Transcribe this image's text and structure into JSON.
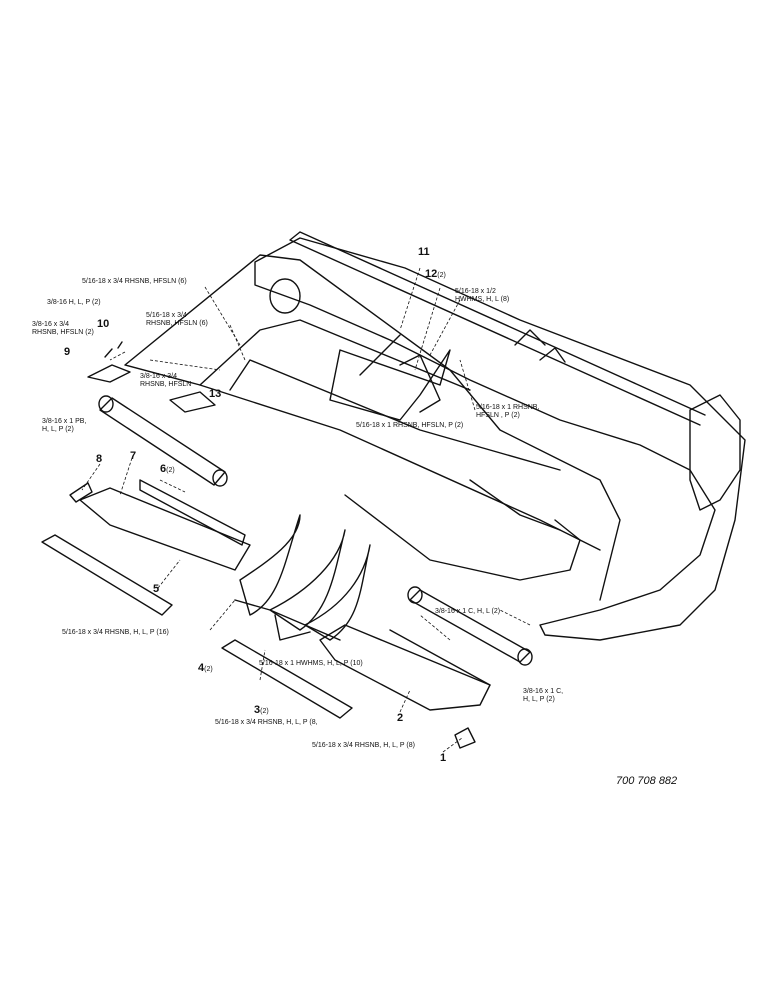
{
  "figure_number": "700 708 882",
  "part_numbers": [
    {
      "key": "p1",
      "num": "1",
      "qty": ""
    },
    {
      "key": "p2",
      "num": "2",
      "qty": ""
    },
    {
      "key": "p3",
      "num": "3",
      "qty": "(2)"
    },
    {
      "key": "p4",
      "num": "4",
      "qty": "(2)"
    },
    {
      "key": "p5",
      "num": "5",
      "qty": ""
    },
    {
      "key": "p6",
      "num": "6",
      "qty": "(2)"
    },
    {
      "key": "p7",
      "num": "7",
      "qty": ""
    },
    {
      "key": "p8",
      "num": "8",
      "qty": ""
    },
    {
      "key": "p9",
      "num": "9",
      "qty": ""
    },
    {
      "key": "p10",
      "num": "10",
      "qty": ""
    },
    {
      "key": "p11",
      "num": "11",
      "qty": ""
    },
    {
      "key": "p12",
      "num": "12",
      "qty": "(2)"
    },
    {
      "key": "p13",
      "num": "13",
      "qty": ""
    }
  ],
  "hardware_callouts": {
    "a": "5/16-18 x 3/4 RHSNB, HFSLN (6)",
    "b": "5/16-18 x 3/4\nRHSNB, HFSLN (6)",
    "c": "3/8-16 H, L, P (2)",
    "d": "3/8-16 x 3/4\nRHSNB, HFSLN (2)",
    "e": "3/8-16 x 3/4\nRHSNB, HFSLN",
    "f": "3/8-16 x 1 PB,\nH, L, P (2)",
    "g": "5/16-18 x 1/2\nHWHMS, H, L (8)",
    "h": "5/16-18 x 1 RHSNB,\nHFSLN , P (2)",
    "i": "5/16-18 x 1 RHSNB, HFSLN, P (2)",
    "j": "5/16-18 x 3/4 RHSNB, H, L, P (16)",
    "k": "3/8-16 x 1 C, H, L (2)",
    "l": "3/8-16 x 1 C,\nH, L, P (2)",
    "m": "5/16-18 x 1 HWHMS, H, L, P (10)",
    "n": "5/16-18 x 3/4 RHSNB, H, L, P (8,",
    "o": "5/16-18 x 3/4 RHSNB, H, L, P (8)"
  }
}
